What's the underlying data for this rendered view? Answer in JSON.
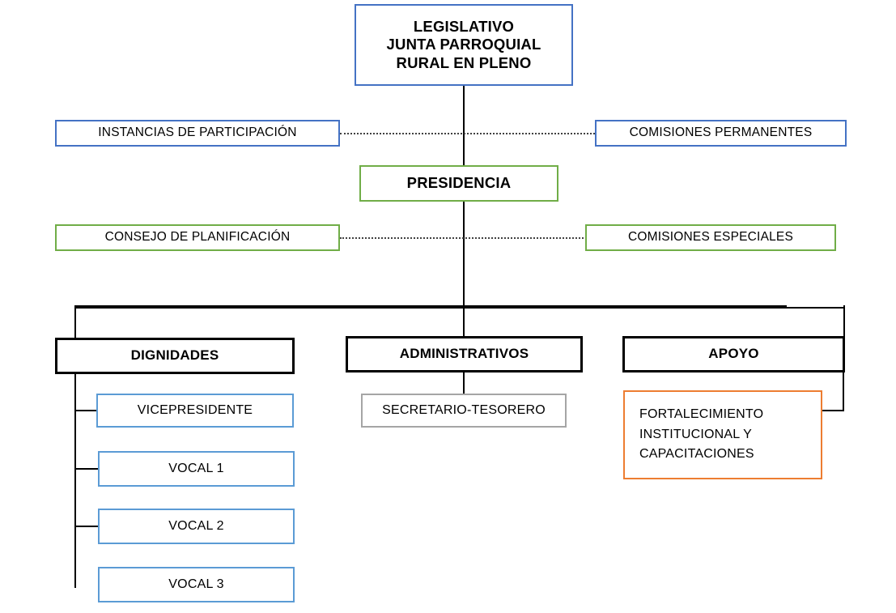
{
  "diagram": {
    "type": "organizational-chart",
    "title": "Organigrama Junta Parroquial Rural",
    "colors": {
      "blue": "#4472C4",
      "light_blue": "#5B9BD5",
      "green": "#70AD47",
      "black": "#000000",
      "gray": "#A5A5A5",
      "orange": "#ED7D31",
      "dotted_line": "#404040"
    },
    "nodes": {
      "legislativo": "LEGISLATIVO\nJUNTA PARROQUIAL\nRURAL EN PLENO",
      "instancias_participacion": "INSTANCIAS  DE PARTICIPACIÓN",
      "comisiones_permanentes": "COMISIONES  PERMANENTES",
      "presidencia": "PRESIDENCIA",
      "consejo_planificacion": "CONSEJO DE PLANIFICACIÓN",
      "comisiones_especiales": "COMISIONES  ESPECIALES",
      "dignidades": "DIGNIDADES",
      "administrativos": "ADMINISTRATIVOS",
      "apoyo": "APOYO",
      "vicepresidente": "VICEPRESIDENTE",
      "vocal_1": "VOCAL 1",
      "vocal_2": "VOCAL 2",
      "vocal_3": "VOCAL 3",
      "secretario_tesorero": "SECRETARIO-TESORERO",
      "fortalecimiento": "FORTALECIMIENTO\nINSTITUCIONAL   Y\nCAPACITACIONES"
    }
  }
}
